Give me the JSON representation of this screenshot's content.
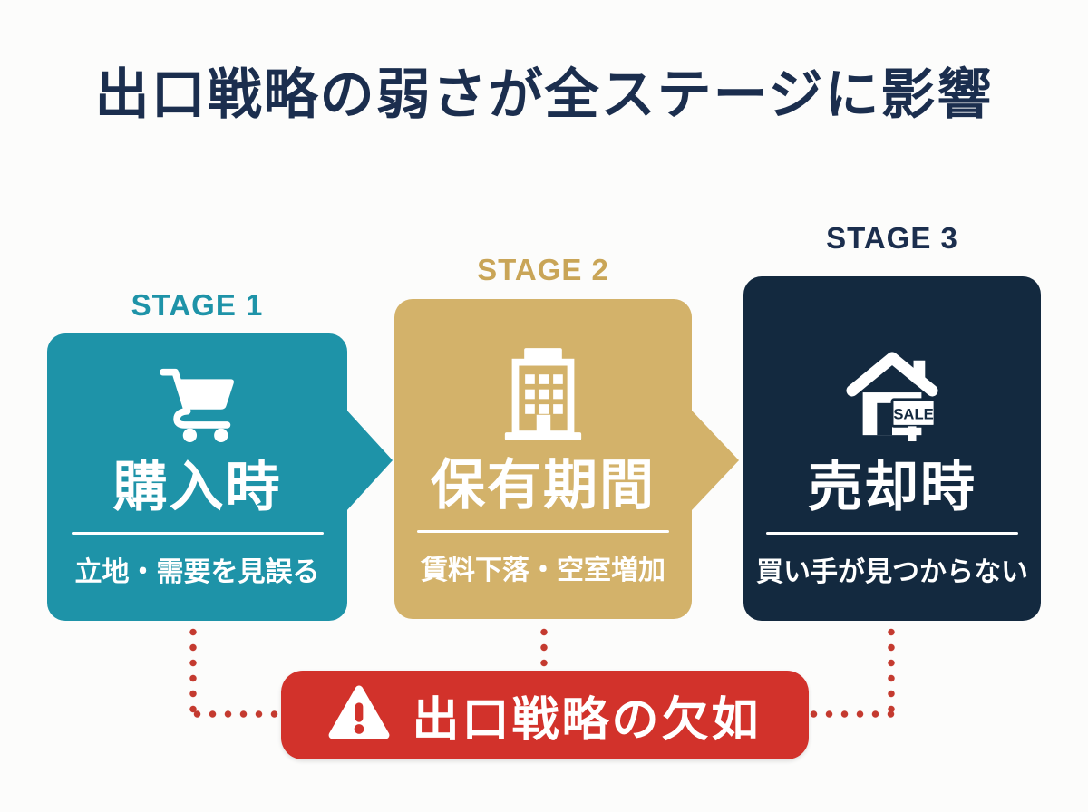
{
  "title": "出口戦略の弱さが全ステージに影響",
  "stages": [
    {
      "stage_label": "STAGE 1",
      "name": "購入時",
      "caption": "立地・需要を見誤る",
      "icon": "shopping-cart-icon",
      "color": "#1e93a8"
    },
    {
      "stage_label": "STAGE 2",
      "name": "保有期間",
      "caption": "賃料下落・空室増加",
      "icon": "building-icon",
      "color": "#d3b26a"
    },
    {
      "stage_label": "STAGE 3",
      "name": "売却時",
      "caption": "買い手が見つからない",
      "icon": "house-sale-icon",
      "sign_text": "SALE",
      "color": "#13293f"
    }
  ],
  "banner": {
    "text": "出口戦略の欠如",
    "icon": "warning-triangle-icon"
  },
  "colors": {
    "teal": "#1e93a8",
    "gold": "#d3b26a",
    "gold-label": "#c9a557",
    "navy": "#13293f",
    "navy-text": "#1b2e4e",
    "red": "#d2322b",
    "red-dot": "#c43a2f",
    "white": "#ffffff",
    "bg": "#fcfcfb"
  }
}
